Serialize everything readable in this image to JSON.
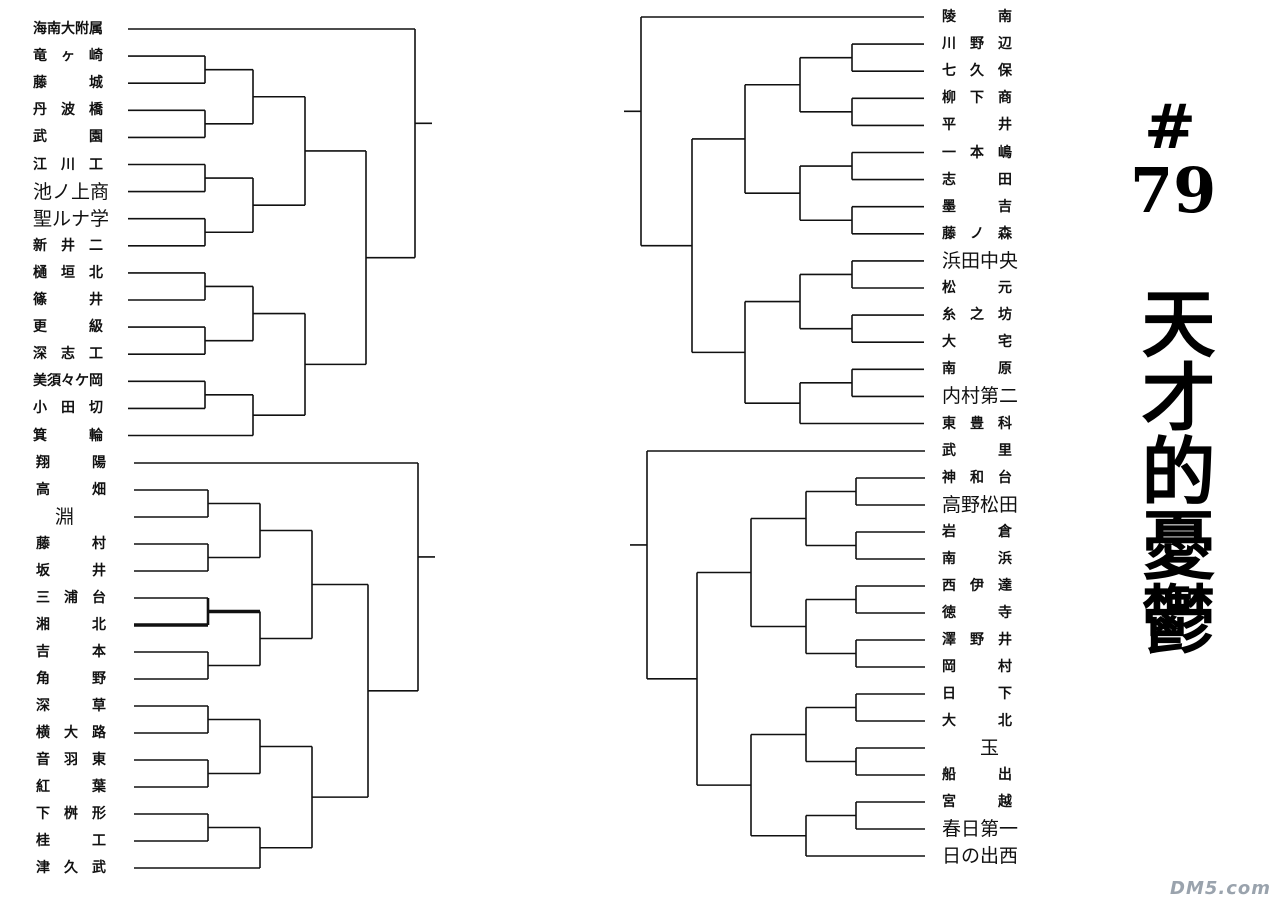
{
  "chapter": {
    "number": "#\n79",
    "title": "天才的憂鬱"
  },
  "watermark": "DM5.com",
  "brackets": [
    {
      "teams": [
        "海南大附属",
        "竜　ヶ　崎",
        "藤　　　城",
        "丹　波　橋",
        "武　　　園",
        "江　川　工",
        "池ノ上商",
        "聖ルナ学",
        "新　井　二",
        "樋　垣　北",
        "篠　　　井",
        "更　　　級",
        "深　志　工",
        "美須々ケ岡",
        "小　田　切",
        "箕　　　輪"
      ]
    },
    {
      "teams": [
        "翔　　　陽",
        "高　　　畑",
        "　淵",
        "藤　　　村",
        "坂　　　井",
        "三　浦　台",
        "湘　　　北",
        "吉　　　本",
        "角　　　野",
        "深　　　草",
        "横　大　路",
        "音　羽　東",
        "紅　　　葉",
        "下　桝　形",
        "桂　　　工",
        "津　久　武"
      ]
    },
    {
      "teams": [
        "陵　　　南",
        "川　野　辺",
        "七　久　保",
        "柳　下　商",
        "平　　　井",
        "一　本　嶋",
        "志　　　田",
        "墨　　　吉",
        "藤　ノ　森",
        "浜田中央",
        "松　　　元",
        "糸　之　坊",
        "大　　　宅",
        "南　　　原",
        "内村第二",
        "東　豊　科"
      ]
    },
    {
      "teams": [
        "武　　　里",
        "神　和　台",
        "高野松田",
        "岩　　　倉",
        "南　　　浜",
        "西　伊　達",
        "徳　　　寺",
        "澤　野　井",
        "岡　　　村",
        "日　　　下",
        "大　　　北",
        "　　玉",
        "船　　　出",
        "宮　　　越",
        "春日第一",
        "日の出西"
      ]
    }
  ]
}
